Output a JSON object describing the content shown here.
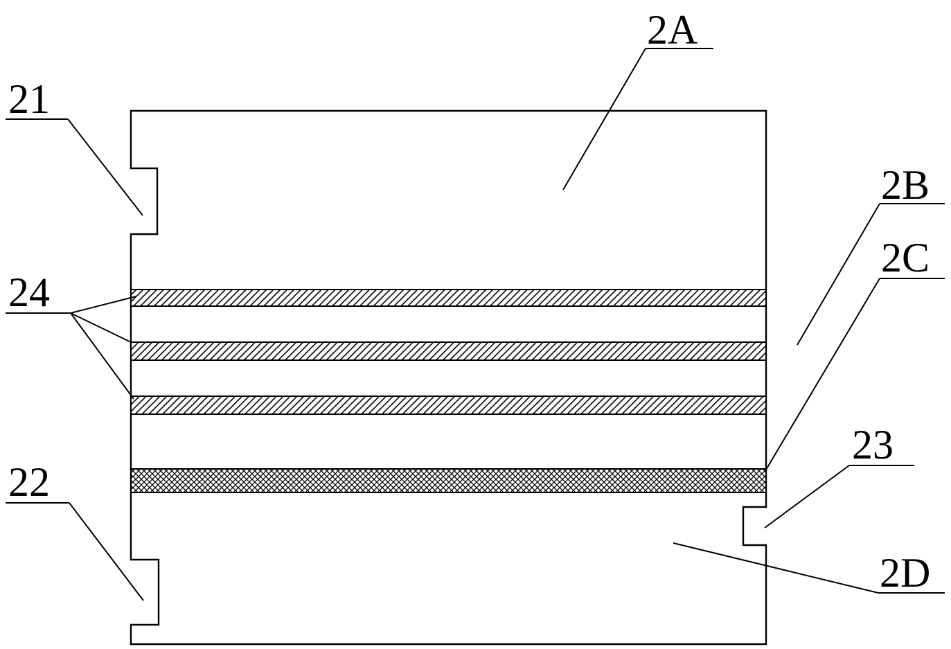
{
  "labels": {
    "l2A": "2A",
    "l21": "21",
    "l2B": "2B",
    "l2C": "2C",
    "l24": "24",
    "l23": "23",
    "l22": "22",
    "l2D": "2D"
  },
  "colors": {
    "stroke": "#000000",
    "background": "#ffffff",
    "hatch": "#000000"
  }
}
